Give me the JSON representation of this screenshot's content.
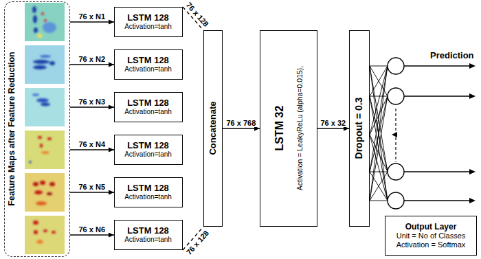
{
  "diagram": {
    "nodes": [
      {
        "text": [
          "Feature Maps after Feature Reduction"
        ]
      },
      {
        "text": [
          "LSTM 128",
          "Activation=tanh"
        ]
      },
      {
        "text": [
          "LSTM 128",
          "Activation=tanh"
        ]
      },
      {
        "text": [
          "LSTM 128",
          "Activation=tanh"
        ]
      },
      {
        "text": [
          "LSTM 128",
          "Activation=tanh"
        ]
      },
      {
        "text": [
          "LSTM 128",
          "Activation=tanh"
        ]
      },
      {
        "text": [
          "LSTM 128",
          "Activation=tanh"
        ]
      },
      {
        "text": [
          "Concatenate"
        ]
      },
      {
        "text": [
          "LSTM 32",
          "Activation = LeakyReLu (alpha=0.015),"
        ]
      },
      {
        "text": [
          "Dropout = 0.3"
        ]
      },
      {
        "text": [
          "Output Layer",
          "Unit = No of Classes",
          "Activation = Softmax"
        ]
      }
    ],
    "edges": [
      {
        "from": 0,
        "to": 1,
        "label": "76 x N1",
        "arrow": "to"
      },
      {
        "from": 0,
        "to": 2,
        "label": "76 x N2",
        "arrow": "to"
      },
      {
        "from": 0,
        "to": 3,
        "label": "76 x N3",
        "arrow": "to"
      },
      {
        "from": 0,
        "to": 4,
        "label": "76 x N4",
        "arrow": "to"
      },
      {
        "from": 0,
        "to": 5,
        "label": "76 x N5",
        "arrow": "to"
      },
      {
        "from": 0,
        "to": 6,
        "label": "76 x N6",
        "arrow": "to"
      },
      {
        "from": 1,
        "to": 7,
        "label": "76 x 128",
        "arrow": "none"
      },
      {
        "from": 6,
        "to": 7,
        "label": "76 x 128",
        "arrow": "none"
      },
      {
        "from": 7,
        "to": 8,
        "label": "76 x 768",
        "arrow": "to"
      },
      {
        "from": 8,
        "to": 9,
        "label": "76 x 32",
        "arrow": "to"
      }
    ],
    "labels": [
      "Prediction"
    ]
  }
}
